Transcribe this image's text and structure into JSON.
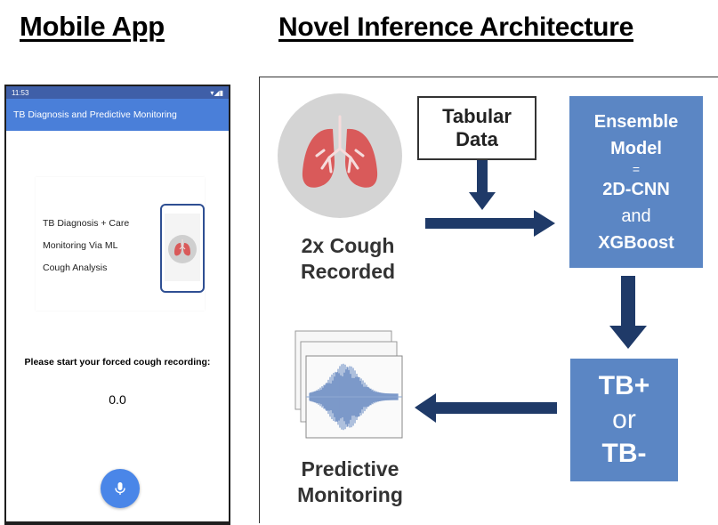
{
  "headings": {
    "mobile": "Mobile App",
    "architecture": "Novel Inference Architecture"
  },
  "phone": {
    "status_time": "11:53",
    "status_icons": "▾◢▮",
    "app_title": "TB Diagnosis and Predictive Monitoring",
    "card_lines": [
      "TB Diagnosis + Care",
      "Monitoring Via ML",
      "Cough Analysis"
    ],
    "prompt": "Please start your forced cough recording:",
    "timer": "0.0",
    "mic_icon": "microphone-icon"
  },
  "diagram": {
    "cough_label_lines": [
      "2x Cough",
      "Recorded"
    ],
    "tabular_lines": [
      "Tabular",
      "Data"
    ],
    "ensemble_lines": [
      "Ensemble",
      "Model",
      "=",
      "2D-CNN",
      "and",
      "XGBoost"
    ],
    "result_lines": [
      "TB+",
      "or",
      "TB-"
    ],
    "predictive_lines": [
      "Predictive",
      "Monitoring"
    ]
  },
  "colors": {
    "accent_box": "#5b86c4",
    "arrow": "#1f3a68",
    "lung": "#d95a5a",
    "app_bar": "#4a7fd9",
    "status_bar": "#3f5fa8",
    "mic_button": "#4a86e8"
  }
}
